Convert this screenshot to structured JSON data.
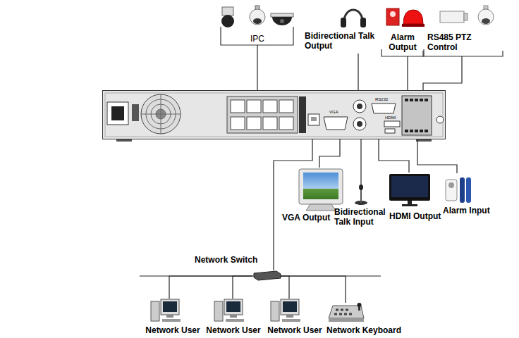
{
  "diagram": {
    "nodes": [
      {
        "text": [
          "IPC"
        ]
      },
      {
        "text": [
          "Bidirectional Talk Output"
        ]
      },
      {
        "text": [
          "Alarm Output"
        ]
      },
      {
        "text": [
          "RS485 PTZ Control"
        ]
      },
      {
        "text": [
          "VGA",
          "RS232",
          "HDMI"
        ]
      },
      {
        "text": [
          "VGA Output"
        ]
      },
      {
        "text": [
          "Bidirectional Talk Input"
        ]
      },
      {
        "text": [
          "HDMI Output"
        ]
      },
      {
        "text": [
          "Alarm Input"
        ]
      },
      {
        "text": [
          "Network Switch"
        ]
      },
      {
        "text": [
          "Network User"
        ]
      },
      {
        "text": [
          "Network User"
        ]
      },
      {
        "text": [
          "Network User"
        ]
      },
      {
        "text": [
          "Network Keyboard"
        ]
      }
    ],
    "edges": [
      {
        "from": 0,
        "to": 4,
        "arrow": "none"
      },
      {
        "from": 1,
        "to": 4,
        "arrow": "none"
      },
      {
        "from": 2,
        "to": 4,
        "arrow": "none"
      },
      {
        "from": 3,
        "to": 4,
        "arrow": "none"
      },
      {
        "from": 4,
        "to": 5,
        "arrow": "none"
      },
      {
        "from": 4,
        "to": 6,
        "arrow": "none"
      },
      {
        "from": 4,
        "to": 7,
        "arrow": "none"
      },
      {
        "from": 4,
        "to": 8,
        "arrow": "none"
      },
      {
        "from": 4,
        "to": 9,
        "arrow": "none"
      },
      {
        "from": 9,
        "to": 10,
        "arrow": "none"
      },
      {
        "from": 9,
        "to": 11,
        "arrow": "none"
      },
      {
        "from": 9,
        "to": 12,
        "arrow": "none"
      },
      {
        "from": 9,
        "to": 13,
        "arrow": "none"
      }
    ]
  }
}
